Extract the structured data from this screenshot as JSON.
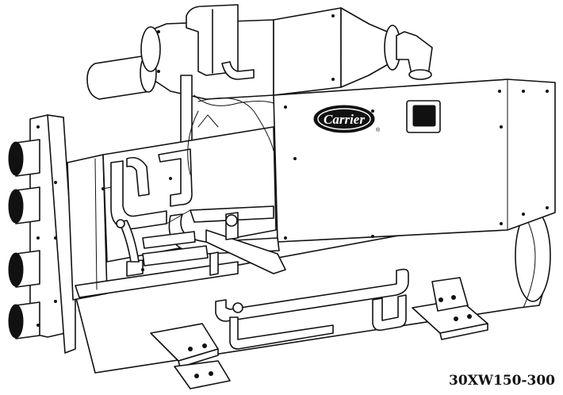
{
  "brand": {
    "logo_text": "Carrier",
    "registered_mark": "®"
  },
  "caption": {
    "model": "30XW150-300"
  },
  "icons": [
    "chiller-unit-illustration",
    "carrier-logo",
    "control-display"
  ],
  "colors": {
    "line": "#111111",
    "background": "#ffffff"
  }
}
